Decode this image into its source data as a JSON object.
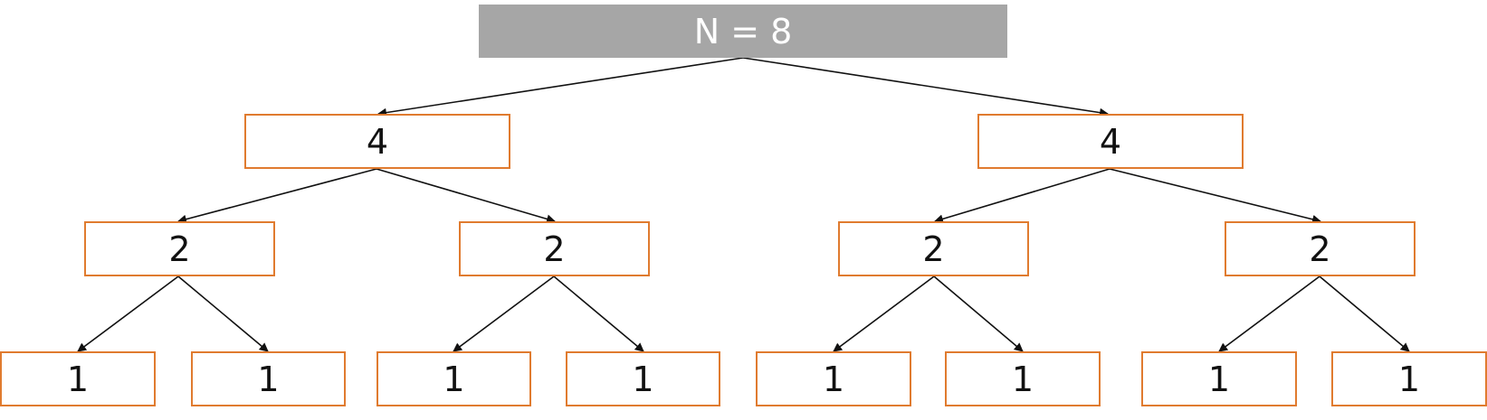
{
  "colors": {
    "root_fill": "#a6a6a6",
    "root_text": "#ffffff",
    "node_border": "#e07b2f",
    "node_text": "#111111",
    "edge": "#111111"
  },
  "tree": {
    "root": "N = 8",
    "level1": [
      "4",
      "4"
    ],
    "level2": [
      "2",
      "2",
      "2",
      "2"
    ],
    "level3": [
      "1",
      "1",
      "1",
      "1",
      "1",
      "1",
      "1",
      "1"
    ]
  }
}
